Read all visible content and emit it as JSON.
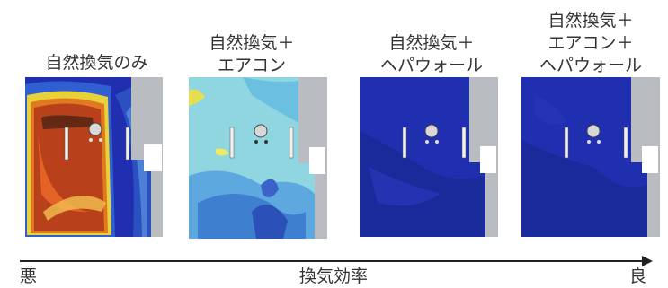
{
  "captions": [
    [
      "自然換気のみ"
    ],
    [
      "自然換気＋",
      "エアコン"
    ],
    [
      "自然換気＋",
      "ヘパウォール"
    ],
    [
      "自然換気＋",
      "エアコン＋",
      "ヘパウォール"
    ]
  ],
  "axis": {
    "left": "悪",
    "center": "換気効率",
    "right": "良"
  },
  "colors": {
    "deep_blue": "#1f2fb0",
    "navy": "#1a2a9a",
    "red_brown": "#b8401a",
    "light_cyan": "#8fd6e0",
    "mid_blue": "#3f7fd0",
    "wall_gray": "#b9bdc2"
  }
}
